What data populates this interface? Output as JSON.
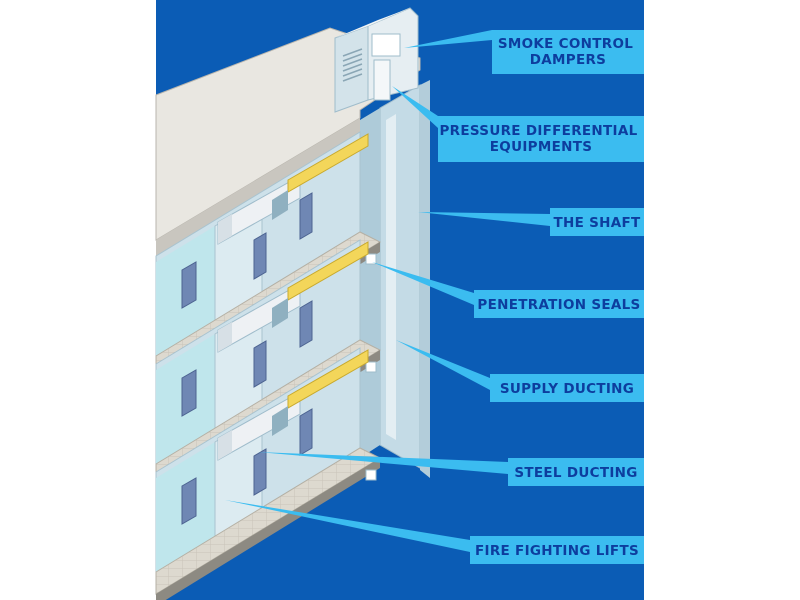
{
  "diagram": {
    "colors": {
      "background": "#0b5cb5",
      "label_box": "#3bbcf0",
      "label_text": "#0d3d9e",
      "leader": "#3bbcf0",
      "roof": "#e9e7e1",
      "wall": "#cde1ea",
      "shaft": "#c4dbe6",
      "duct": "#eef1f4",
      "yellow_duct": "#f3d65a",
      "door": "#6f87b4",
      "floor_tile": "#ddd9cf"
    },
    "callouts": [
      {
        "id": "smoke-control-dampers",
        "lines": [
          "SMOKE CONTROL",
          "DAMPERS"
        ]
      },
      {
        "id": "pressure-differential-equipments",
        "lines": [
          "PRESSURE DIFFERENTIAL",
          "EQUIPMENTS"
        ]
      },
      {
        "id": "the-shaft",
        "lines": [
          "THE SHAFT"
        ]
      },
      {
        "id": "penetration-seals",
        "lines": [
          "PENETRATION SEALS"
        ]
      },
      {
        "id": "supply-ducting",
        "lines": [
          "SUPPLY DUCTING"
        ]
      },
      {
        "id": "steel-ducting",
        "lines": [
          "STEEL DUCTING"
        ]
      },
      {
        "id": "fire-fighting-lifts",
        "lines": [
          "FIRE FIGHTING LIFTS"
        ]
      }
    ]
  }
}
